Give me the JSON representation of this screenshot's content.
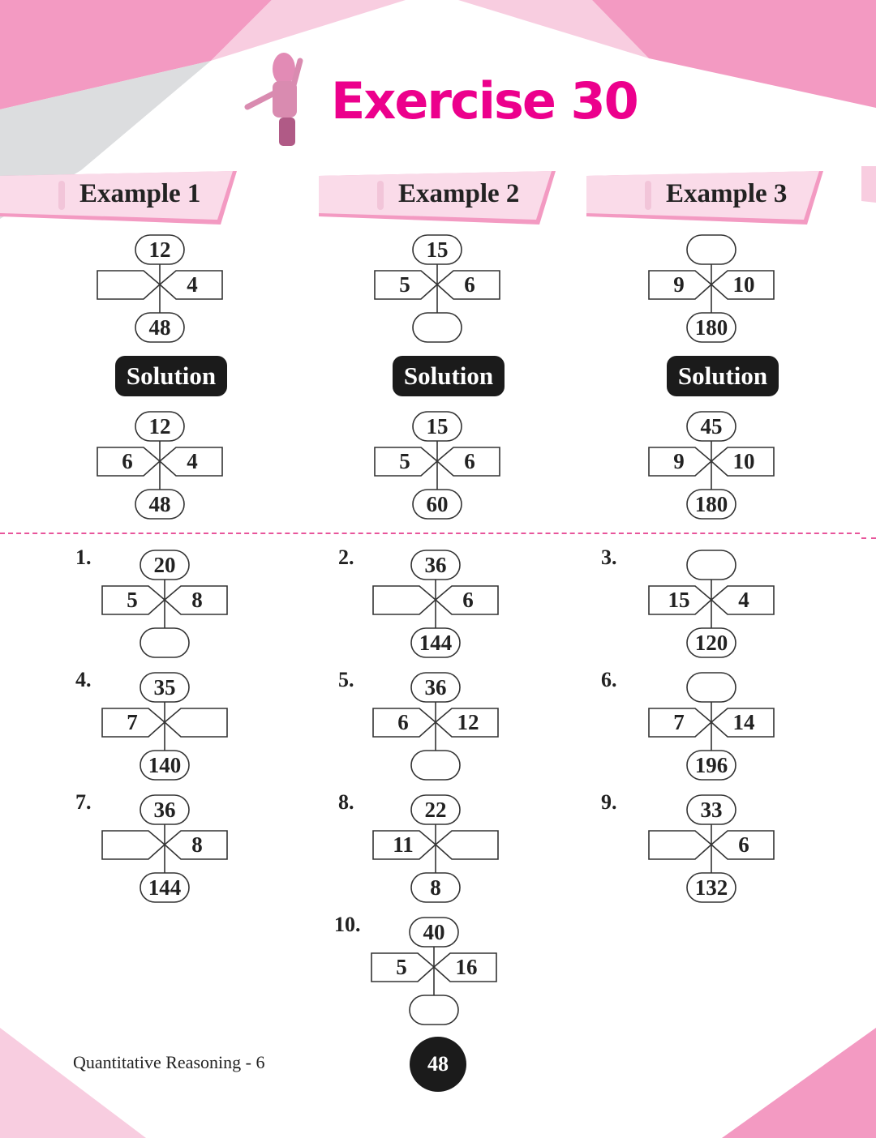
{
  "header": {
    "title": "Exercise 30"
  },
  "examples": [
    {
      "label": "Example 1",
      "solution_label": "Solution",
      "question": {
        "top": "12",
        "left": "",
        "right": "4",
        "bottom": "48"
      },
      "solution": {
        "top": "12",
        "left": "6",
        "right": "4",
        "bottom": "48"
      }
    },
    {
      "label": "Example 2",
      "solution_label": "Solution",
      "question": {
        "top": "15",
        "left": "5",
        "right": "6",
        "bottom": ""
      },
      "solution": {
        "top": "15",
        "left": "5",
        "right": "6",
        "bottom": "60"
      }
    },
    {
      "label": "Example 3",
      "solution_label": "Solution",
      "question": {
        "top": "",
        "left": "9",
        "right": "10",
        "bottom": "180"
      },
      "solution": {
        "top": "45",
        "left": "9",
        "right": "10",
        "bottom": "180"
      }
    }
  ],
  "exercises": [
    {
      "num": "1.",
      "top": "20",
      "left": "5",
      "right": "8",
      "bottom": ""
    },
    {
      "num": "2.",
      "top": "36",
      "left": "",
      "right": "6",
      "bottom": "144"
    },
    {
      "num": "3.",
      "top": "",
      "left": "15",
      "right": "4",
      "bottom": "120"
    },
    {
      "num": "4.",
      "top": "35",
      "left": "7",
      "right": "",
      "bottom": "140"
    },
    {
      "num": "5.",
      "top": "36",
      "left": "6",
      "right": "12",
      "bottom": ""
    },
    {
      "num": "6.",
      "top": "",
      "left": "7",
      "right": "14",
      "bottom": "196"
    },
    {
      "num": "7.",
      "top": "36",
      "left": "",
      "right": "8",
      "bottom": "144"
    },
    {
      "num": "8.",
      "top": "22",
      "left": "11",
      "right": "",
      "bottom": "8"
    },
    {
      "num": "9.",
      "top": "33",
      "left": "",
      "right": "6",
      "bottom": "132"
    },
    {
      "num": "10.",
      "top": "40",
      "left": "5",
      "right": "16",
      "bottom": ""
    }
  ],
  "footer": {
    "book": "Quantitative Reasoning - 6",
    "page": "48"
  },
  "colors": {
    "accent": "#ec008c",
    "pink": "#f39ac2",
    "light_pink": "#f8cde0",
    "dash": "#e8559b"
  }
}
